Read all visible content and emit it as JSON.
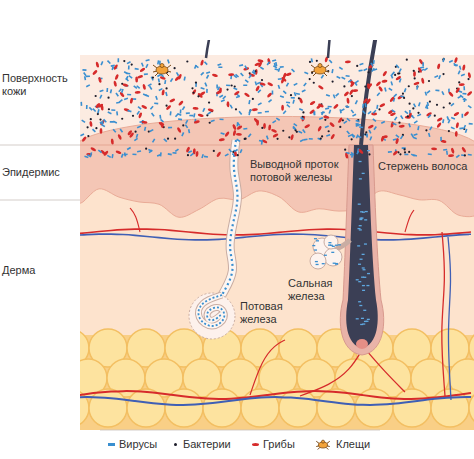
{
  "diagram": {
    "labels": [
      "Поверхность кожи",
      "Эпидермис",
      "Дерма",
      "Выводной проток потовой железы",
      "Стержень волоса",
      "Сальная железа",
      "Потовая железа"
    ],
    "legend": [
      {
        "text": "Вирусы",
        "color": "#3a8fd0"
      },
      {
        "text": "Бактерии",
        "color": "#1c1c2a"
      },
      {
        "text": "Грибы",
        "color": "#d62b2b"
      },
      {
        "text": "Клещи"
      }
    ]
  }
}
